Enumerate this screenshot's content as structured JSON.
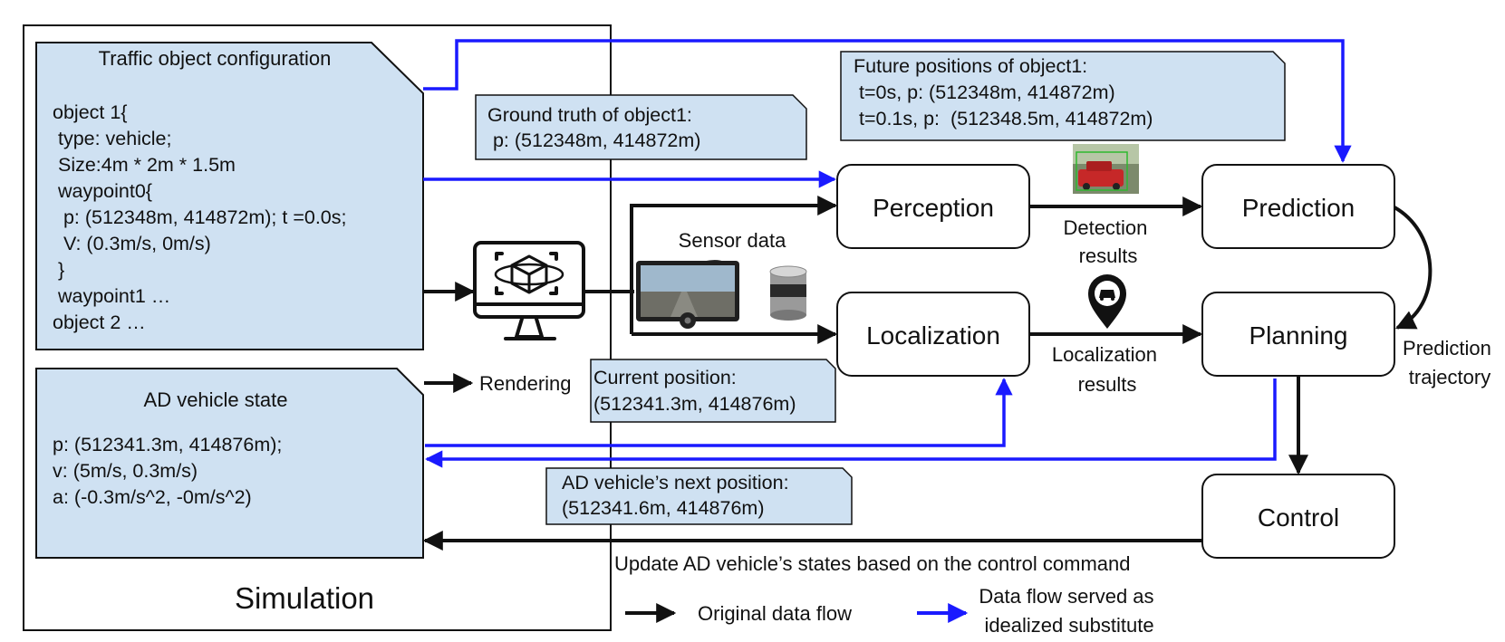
{
  "simulation_label": "Simulation",
  "traffic_config": {
    "title": "Traffic object configuration",
    "lines": [
      "object 1{",
      " type: vehicle;",
      " Size:4m * 2m * 1.5m",
      " waypoint0{",
      "  p: (512348m, 414872m); t =0.0s;",
      "  V: (0.3m/s, 0m/s)",
      " }",
      " waypoint1 …",
      "object 2 …"
    ]
  },
  "ad_state": {
    "title": "AD vehicle state",
    "lines": [
      "p: (512341.3m, 414876m);",
      "v: (5m/s, 0.3m/s)",
      "a: (-0.3m/s^2, -0m/s^2)"
    ]
  },
  "notes": {
    "ground_truth": [
      "Ground truth of object1:",
      " p: (512348m, 414872m)"
    ],
    "future_positions": [
      "Future positions of object1:",
      " t=0s, p: (512348m, 414872m)",
      " t=0.1s, p:  (512348.5m, 414872m)"
    ],
    "current_position": [
      "Current position:",
      "(512341.3m, 414876m)"
    ],
    "next_position": [
      "AD vehicle’s next position:",
      "(512341.6m, 414876m)"
    ]
  },
  "modules": {
    "perception": "Perception",
    "prediction": "Prediction",
    "localization": "Localization",
    "planning": "Planning",
    "control": "Control"
  },
  "labels": {
    "sensor_data": "Sensor data",
    "rendering": "Rendering",
    "detection_results": [
      "Detection",
      "results"
    ],
    "localization_results": [
      "Localization",
      "results"
    ],
    "prediction_trajectory": [
      "Prediction",
      "trajectory"
    ],
    "update_states": "Update AD vehicle’s states based on the control command"
  },
  "legend": {
    "original": "Original data flow",
    "idealized": [
      "Data flow served as",
      "idealized  substitute"
    ]
  },
  "colors": {
    "note_fill": "#cfe1f2",
    "blue_arrow": "#1a1aff",
    "black_arrow": "#111111",
    "car_red": "#c62828"
  },
  "icons": [
    "monitor-3d-cube-icon",
    "dashcam-phone-icon",
    "lidar-sensor-icon",
    "location-pin-car-icon",
    "detected-car-photo-icon"
  ]
}
